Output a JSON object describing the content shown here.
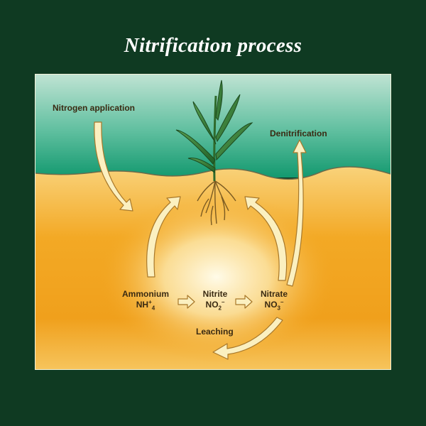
{
  "title": "Nitrification process",
  "labels": {
    "nitrogen_application": "Nitrogen application",
    "denitrification": "Denitrification",
    "ammonium": "Ammonium",
    "ammonium_formula": "NH",
    "ammonium_sup": "+",
    "ammonium_sub": "4",
    "nitrite": "Nitrite",
    "nitrite_formula": "NO",
    "nitrite_sub": "2",
    "nitrite_sup": "–",
    "nitrate": "Nitrate",
    "nitrate_formula": "NO",
    "nitrate_sub": "3",
    "nitrate_sup": "–",
    "leaching": "Leaching"
  },
  "colors": {
    "background": "#0f3a22",
    "sky_top": "#bfe3d3",
    "sky_bottom": "#13996f",
    "soil_top": "#f8c96a",
    "soil_mid": "#f0a21f",
    "soil_bottom": "#f7c660",
    "arrow_fill": "#fbf0c0",
    "arrow_stroke": "#a8782a",
    "plant_green": "#2f7a33"
  }
}
